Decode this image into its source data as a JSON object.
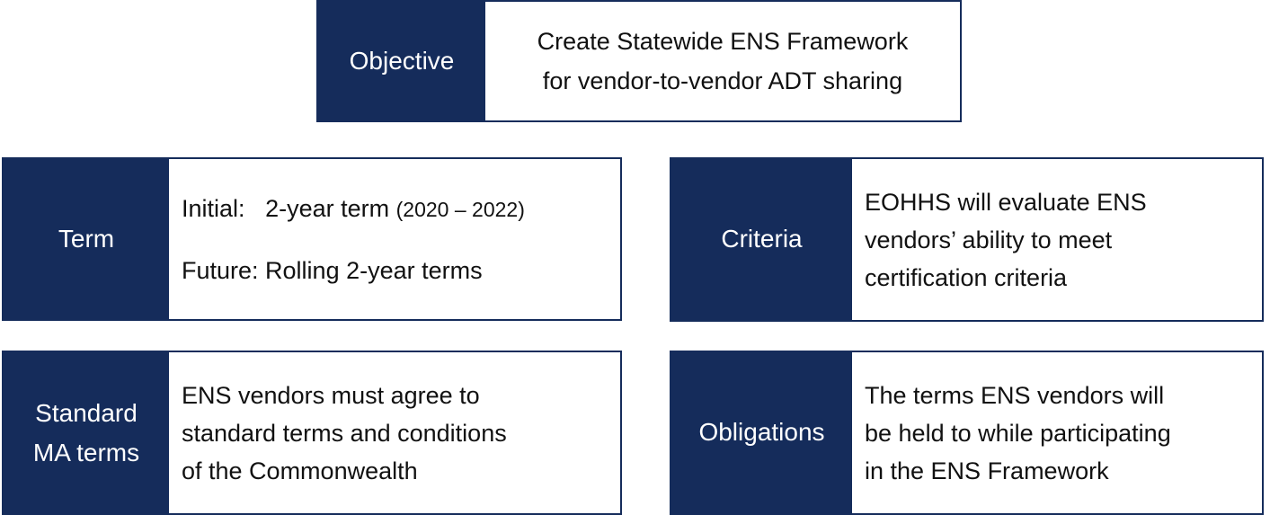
{
  "objective": {
    "label": "Objective",
    "lines": [
      "Create Statewide ENS Framework",
      "for vendor-to-vendor ADT sharing"
    ]
  },
  "term": {
    "label": "Term",
    "initial_label": "Initial:",
    "initial_value": "2-year term",
    "initial_years": "(2020 – 2022)",
    "future": "Future: Rolling 2-year terms"
  },
  "criteria": {
    "label": "Criteria",
    "lines": [
      "EOHHS will evaluate ENS",
      "vendors’ ability to meet",
      "certification criteria"
    ]
  },
  "standard": {
    "label_lines": [
      "Standard",
      "MA terms"
    ],
    "lines": [
      "ENS vendors must agree to",
      "standard terms and conditions",
      "of the Commonwealth"
    ]
  },
  "obligations": {
    "label": "Obligations",
    "lines": [
      "The terms ENS vendors will",
      "be held to while participating",
      "in the ENS Framework"
    ]
  },
  "colors": {
    "navy": "#152C5B"
  }
}
